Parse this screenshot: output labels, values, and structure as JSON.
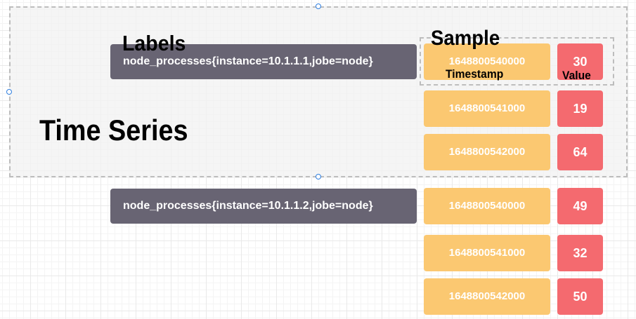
{
  "captions": {
    "labels": "Labels",
    "sample": "Sample",
    "timestamp": "Timestamp",
    "value": "Value",
    "time_series": "Time Series"
  },
  "series": [
    {
      "label": "node_processes{instance=10.1.1.1,jobe=node}",
      "samples": [
        {
          "timestamp": "1648800540000",
          "value": "30"
        },
        {
          "timestamp": "1648800541000",
          "value": "19"
        },
        {
          "timestamp": "1648800542000",
          "value": "64"
        }
      ]
    },
    {
      "label": "node_processes{instance=10.1.1.2,jobe=node}",
      "samples": [
        {
          "timestamp": "1648800540000",
          "value": "49"
        },
        {
          "timestamp": "1648800541000",
          "value": "32"
        },
        {
          "timestamp": "1648800542000",
          "value": "50"
        }
      ]
    }
  ],
  "colors": {
    "label_bar": "#686473",
    "timestamp_cell": "#fbc871",
    "value_cell": "#f46a6f",
    "selection_handle": "#2f7fe0"
  }
}
